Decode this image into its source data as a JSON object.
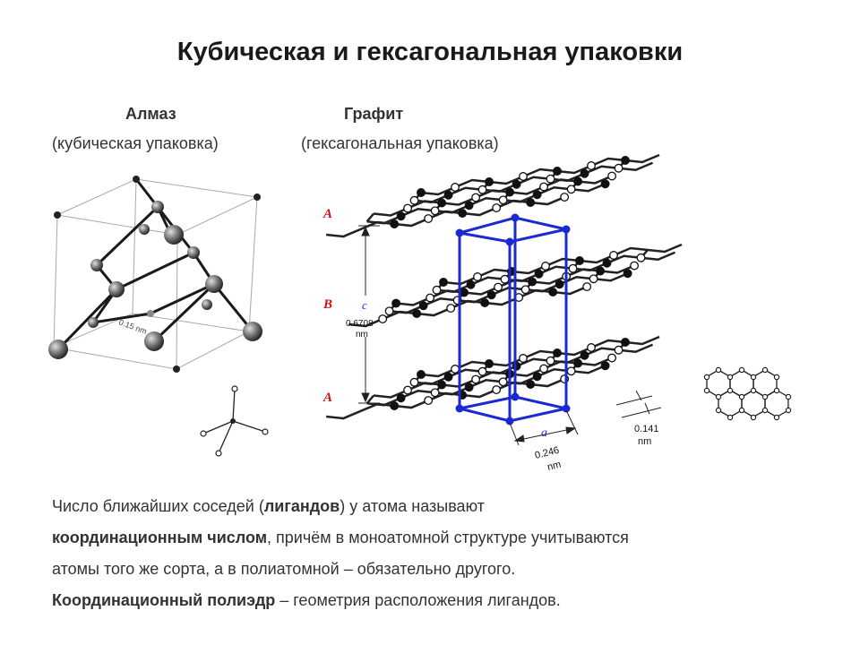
{
  "title": "Кубическая и гексагональная упаковки",
  "diamond": {
    "name": "Алмаз",
    "packing": "(кубическая упаковка)",
    "bond_length": "0.15 nm"
  },
  "graphite": {
    "name": "Графит",
    "packing": "(гексагональная упаковка)",
    "layers": [
      "A",
      "B",
      "A"
    ],
    "c_symbol": "c",
    "c_value": "0.6708",
    "c_unit": "nm",
    "a_symbol": "a",
    "a_value": "0.246",
    "a_unit": "nm",
    "bond_value": "0.141",
    "bond_unit": "nm"
  },
  "body": {
    "line1_a": "Число ближайших соседей (",
    "line1_b": "лигандов",
    "line1_c": ") у атома называют",
    "line2_a": "координационным числом",
    "line2_b": ", причём в моноатомной структуре учитываются",
    "line3": "атомы того же сорта, а в полиатомной – обязательно другого.",
    "line4_a": "Координационный полиэдр",
    "line4_b": " – геометрия расположения лигандов."
  },
  "colors": {
    "cell": "#1a2ad0",
    "label_red": "#cc1111"
  }
}
